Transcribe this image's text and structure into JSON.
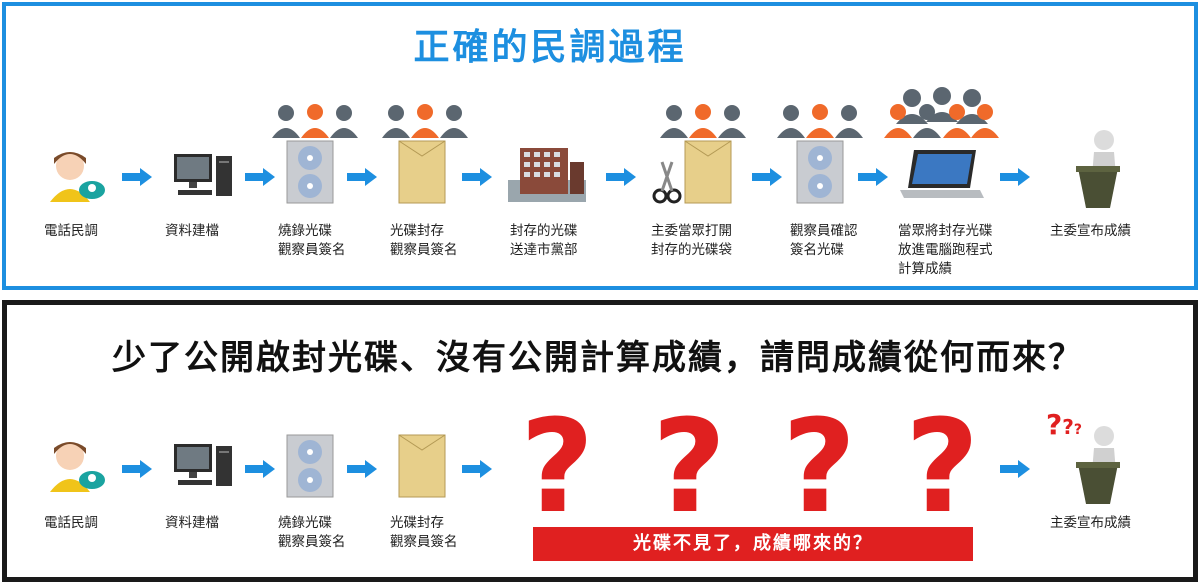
{
  "top": {
    "title": "正確的民調過程",
    "steps": [
      "電話民調",
      "資料建檔",
      "燒錄光碟\n觀察員簽名",
      "光碟封存\n觀察員簽名",
      "封存的光碟\n送達市黨部",
      "主委當眾打開\n封存的光碟袋",
      "觀察員確認\n簽名光碟",
      "當眾將封存光碟\n放進電腦跑程式\n計算成績",
      "主委宣布成績"
    ]
  },
  "bottom": {
    "title": "少了公開啟封光碟、沒有公開計算成績，請問成績從何而來？",
    "steps": [
      "電話民調",
      "資料建檔",
      "燒錄光碟\n觀察員簽名",
      "光碟封存\n觀察員簽名",
      "主委宣布成績"
    ],
    "question_marks": [
      "?",
      "?",
      "?",
      "?"
    ],
    "small_question_marks": [
      "?",
      "?",
      "?"
    ],
    "banner": "光碟不見了，成績哪來的？"
  },
  "colors": {
    "top_border": "#1d8fe0",
    "arrow": "#1d8fe0",
    "bottom_border": "#1a1a1a",
    "question": "#e02020"
  }
}
